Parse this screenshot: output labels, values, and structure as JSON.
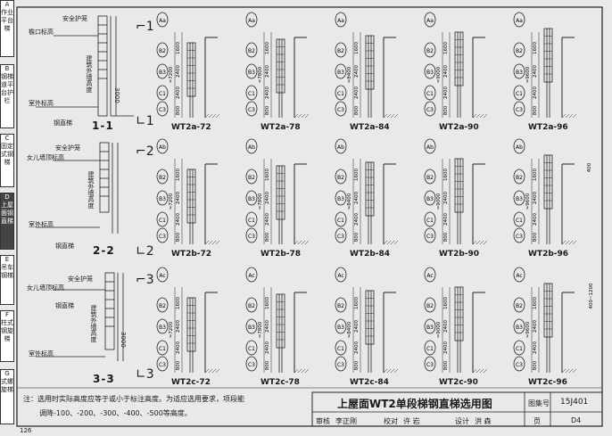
{
  "side_tabs": [
    {
      "letter": "A",
      "text": "作业平台梯"
    },
    {
      "letter": "B",
      "text": "钢梯道平台护栏"
    },
    {
      "letter": "C",
      "text": "固定式钢梯"
    },
    {
      "letter": "D",
      "text": "上屋面钢直梯"
    },
    {
      "letter": "E",
      "text": "吊车钢梯"
    },
    {
      "letter": "F",
      "text": "柱式钢旋梯"
    },
    {
      "letter": "G",
      "text": "式螺旋梯"
    }
  ],
  "sections": [
    {
      "label": "1-1",
      "row": "1",
      "annotations": [
        "安全护笼",
        "檐口标高",
        "建筑外墙高度",
        "室外标高",
        "钢直梯",
        "3000"
      ]
    },
    {
      "label": "2-2",
      "row": "2",
      "annotations": [
        "安全护笼",
        "女儿墙顶标高",
        "建筑外墙高度",
        "室外标高",
        "钢直梯"
      ]
    },
    {
      "label": "3-3",
      "row": "3",
      "annotations": [
        "安全护笼",
        "女儿墙顶标高",
        "建筑外墙高度",
        "室外标高",
        "钢直梯",
        "3000"
      ]
    }
  ],
  "rows": [
    {
      "marker": "1",
      "top_code": "Aa",
      "models": [
        "WT2a-72",
        "WT2a-78",
        "WT2a-84",
        "WT2a-90",
        "WT2a-96"
      ]
    },
    {
      "marker": "2",
      "top_code": "Ab",
      "models": [
        "WT2b-72",
        "WT2b-78",
        "WT2b-84",
        "WT2b-90",
        "WT2b-96"
      ]
    },
    {
      "marker": "3",
      "top_code": "Ac",
      "models": [
        "WT2c-72",
        "WT2c-78",
        "WT2c-84",
        "WT2c-90",
        "WT2c-96"
      ]
    }
  ],
  "bubble_codes": [
    "B2",
    "B3",
    "C1",
    "C3"
  ],
  "dimension_values": [
    "1600",
    "2400",
    "2400",
    "800"
  ],
  "total_heights": [
    "≈7200",
    "≈7800",
    "≈8400",
    "≈9000",
    "≈9600"
  ],
  "side_dims": [
    "400",
    "400~1200"
  ],
  "note_line1": "注：选用时实际高度应等于或小于标注高度。为适应选用要求，项段能",
  "note_line2": "调降-100、-200、-300、-400、-500等高度。",
  "title": "上屋面WT2单段梯钢直梯选用图",
  "drawing_no_label": "图集号",
  "drawing_no": "15J401",
  "page_label": "页",
  "page_no": "D4",
  "review_label": "审核",
  "reviewer": "李正刚",
  "check_label": "校对",
  "checker": "许 岩",
  "design_label": "设计",
  "designer": "洪 森",
  "page_number_bottom": "126",
  "colors": {
    "paper": "#e9e9e7",
    "ink": "#1a1a1a"
  }
}
